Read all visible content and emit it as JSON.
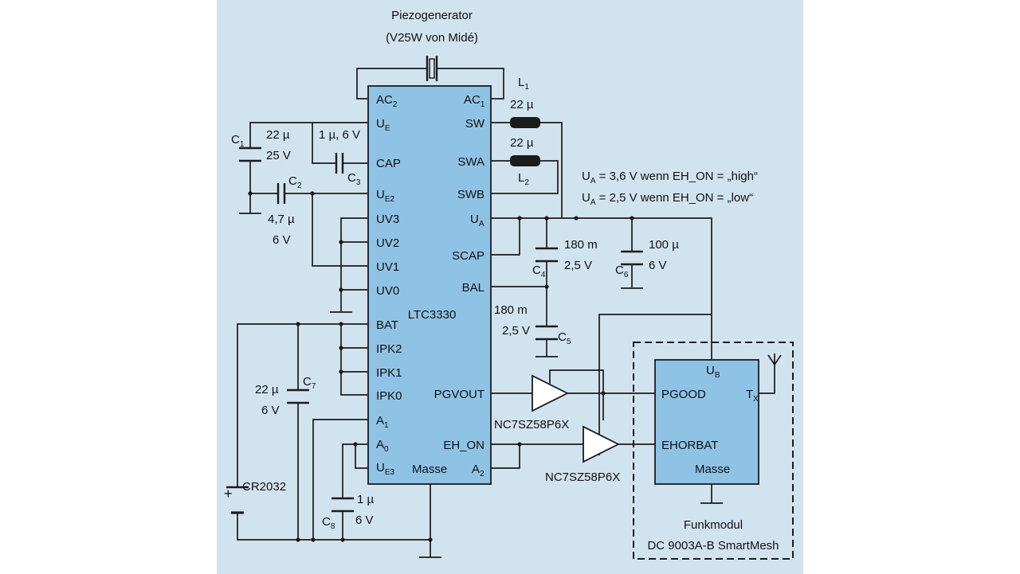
{
  "piezo": {
    "title": "Piezogenerator",
    "model": "(V25W von Midé)"
  },
  "ic": {
    "name": "LTC3330",
    "left_pins": [
      {
        "main": "AC",
        "sub": "2"
      },
      {
        "main": "U",
        "sub": "E"
      },
      {
        "main": "CAP",
        "sub": ""
      },
      {
        "main": "U",
        "sub": "E2"
      },
      {
        "main": "UV3",
        "sub": ""
      },
      {
        "main": "UV2",
        "sub": ""
      },
      {
        "main": "UV1",
        "sub": ""
      },
      {
        "main": "UV0",
        "sub": ""
      },
      {
        "main": "BAT",
        "sub": ""
      },
      {
        "main": "IPK2",
        "sub": ""
      },
      {
        "main": "IPK1",
        "sub": ""
      },
      {
        "main": "IPK0",
        "sub": ""
      },
      {
        "main": "A",
        "sub": "1"
      },
      {
        "main": "A",
        "sub": "0"
      },
      {
        "main": "U",
        "sub": "E3"
      }
    ],
    "right_pins": [
      {
        "main": "AC",
        "sub": "1"
      },
      {
        "main": "SW",
        "sub": ""
      },
      {
        "main": "SWA",
        "sub": ""
      },
      {
        "main": "SWB",
        "sub": ""
      },
      {
        "main": "U",
        "sub": "A"
      },
      {
        "main": "SCAP",
        "sub": ""
      },
      {
        "main": "BAL",
        "sub": ""
      },
      {
        "main": "PGVOUT",
        "sub": ""
      },
      {
        "main": "EH_ON",
        "sub": ""
      },
      {
        "main": "A",
        "sub": "2"
      }
    ],
    "masse": "Masse"
  },
  "L1": {
    "name": "L",
    "sub": "1",
    "value": "22 µ"
  },
  "L2": {
    "name": "L",
    "sub": "2",
    "value": "22 µ"
  },
  "C1": {
    "name": "C",
    "sub": "1",
    "v1": "22 µ",
    "v2": "25 V"
  },
  "C2": {
    "name": "C",
    "sub": "2",
    "v1": "4,7 µ",
    "v2": "6 V"
  },
  "C3": {
    "name": "C",
    "sub": "3",
    "v1": "1 µ, 6 V"
  },
  "C4": {
    "name": "C",
    "sub": "4",
    "v1": "180 m",
    "v2": "2,5 V"
  },
  "C5": {
    "name": "C",
    "sub": "5",
    "v1": "180 m",
    "v2": "2,5 V"
  },
  "C6": {
    "name": "C",
    "sub": "6",
    "v1": "100 µ",
    "v2": "6 V"
  },
  "C7": {
    "name": "C",
    "sub": "7",
    "v1": "22 µ",
    "v2": "6 V"
  },
  "C8": {
    "name": "C",
    "sub": "8",
    "v1": "1 µ",
    "v2": "6 V"
  },
  "battery": {
    "label": "CR2032",
    "plus": "+"
  },
  "notes": {
    "high": {
      "u": "U",
      "sub": "A",
      "text": " = 3,6 V wenn EH_ON = „high“"
    },
    "low": {
      "u": "U",
      "sub": "A",
      "text": " = 2,5 V wenn EH_ON = „low“"
    }
  },
  "buffer1": "NC7SZ58P6X",
  "buffer2": "NC7SZ58P6X",
  "module": {
    "ub": "U",
    "ub_sub": "B",
    "pgood": "PGOOD",
    "tx": "T",
    "tx_sub": "X",
    "ehorbat": "EHORBAT",
    "masse": "Masse",
    "label1": "Funkmodul",
    "label2": "DC 9003A-B SmartMesh"
  },
  "colors": {
    "panel": "#d2e3f0",
    "chip": "#8fc3e6",
    "wire": "#1b1b1b"
  }
}
